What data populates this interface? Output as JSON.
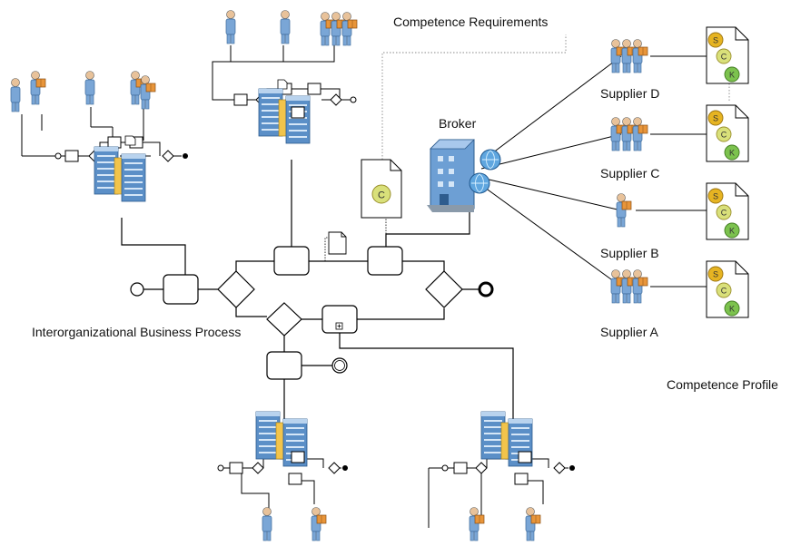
{
  "labels": {
    "competence_requirements": "Competence Requirements",
    "broker": "Broker",
    "interorganizational_process": "Interorganizational Business Process",
    "competence_profile": "Competence Profile"
  },
  "suppliers": [
    {
      "name": "Supplier D"
    },
    {
      "name": "Supplier C"
    },
    {
      "name": "Supplier B"
    },
    {
      "name": "Supplier A"
    }
  ],
  "profile_badges": [
    "S",
    "C",
    "K"
  ],
  "requirement_badge": "C",
  "icons": [
    "person-icon",
    "package-carrier-icon",
    "server-stack-icon",
    "broker-building-icon",
    "document-icon",
    "globe-icon"
  ],
  "colors": {
    "server_blue": "#5b8fc7",
    "server_light": "#b9d3ee",
    "person_blue": "#7aa6d6",
    "package_orange": "#e8953a",
    "badge_s": "#e6b422",
    "badge_c": "#d9e07a",
    "badge_k": "#7cc24e"
  }
}
